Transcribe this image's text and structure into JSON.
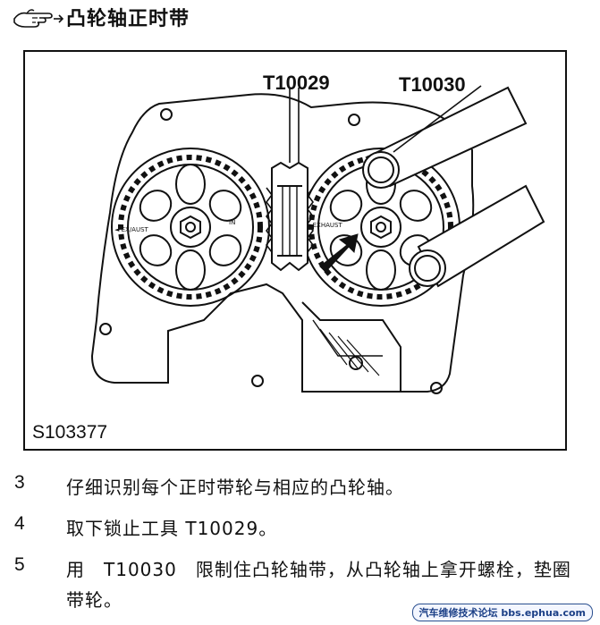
{
  "header": {
    "title": "凸轮轴正时带"
  },
  "figure": {
    "label_left_tool": "T10029",
    "label_right_tool": "T10030",
    "figure_id": "S103377",
    "engraving_left_sprocket": "◄ EX/AUST",
    "engraving_in": "IN",
    "engraving_right_sprocket": "◄ EXHAUST"
  },
  "steps": [
    {
      "number": "3",
      "text": "仔细识别每个正时带轮与相应的凸轮轴。"
    },
    {
      "number": "4",
      "text": "取下锁止工具 T10029。"
    },
    {
      "number": "5",
      "text": "用　T10030　限制住凸轮轴带，从凸轮轴上拿开螺栓，垫圈带轮。"
    }
  ],
  "watermark": {
    "text": "汽车维修技术论坛 bbs.ephua.com"
  }
}
